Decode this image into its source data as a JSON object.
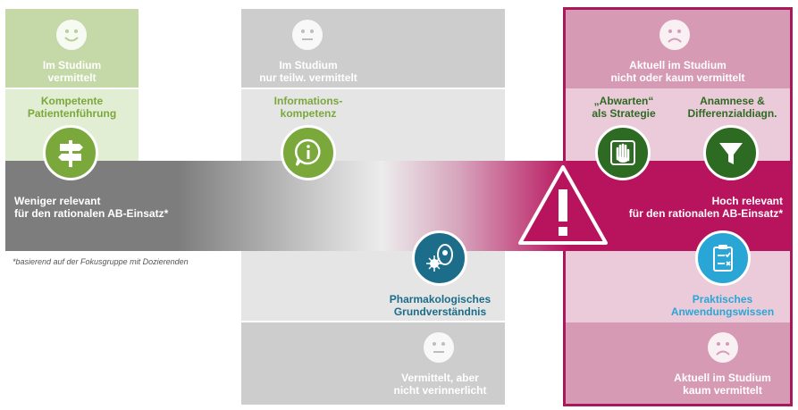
{
  "left": {
    "header": "Im Studium\nvermittelt",
    "topic": "Kompetente\nPatientenführung",
    "colors": {
      "dark": "#c4d9a7",
      "light": "#e2eed3",
      "accent": "#7aa83a"
    }
  },
  "middle": {
    "header": "Im Studium\nnur teilw. vermittelt",
    "topic_top": "Informations-\nkompetenz",
    "topic_bottom": "Pharmakologisches\nGrundverständnis",
    "footer": "Vermittelt, aber\nnicht verinnerlicht",
    "colors": {
      "dark": "#cdcdcd",
      "light": "#e5e5e5",
      "accent_green": "#7aa83a",
      "accent_blue": "#1b6d8a"
    }
  },
  "right": {
    "header": "Aktuell im Studium\nnicht oder kaum vermittelt",
    "topic_left": "„Abwarten“\nals Strategie",
    "topic_right": "Anamnese &\nDifferenzialdiagn.",
    "topic_bottom": "Praktisches\nAnwendungswissen",
    "footer": "Aktuell im Studium\nkaum vermittelt",
    "colors": {
      "dark": "#d79ab5",
      "light": "#ebcbd9",
      "border": "#a8185a",
      "accent_green": "#2e6b22",
      "accent_blue": "#2aa6d6"
    }
  },
  "band": {
    "left_label": "Weniger relevant\nfür den rationalen AB-Einsatz*",
    "right_label": "Hoch relevant\nfür den rationalen AB-Einsatz*",
    "colors": {
      "gray": "#7d7d7d",
      "magenta": "#b8135d"
    }
  },
  "footnote": "*basierend auf der Fokusgruppe mit Dozierenden",
  "icons": {
    "left_topic": "signpost-icon",
    "middle_topic": "info-icon",
    "middle_bottom": "bacteria-cell-icon",
    "right_left": "stop-hand-icon",
    "right_right": "filter-funnel-icon",
    "right_bottom": "clipboard-checklist-icon",
    "warning": "warning-triangle-icon"
  }
}
